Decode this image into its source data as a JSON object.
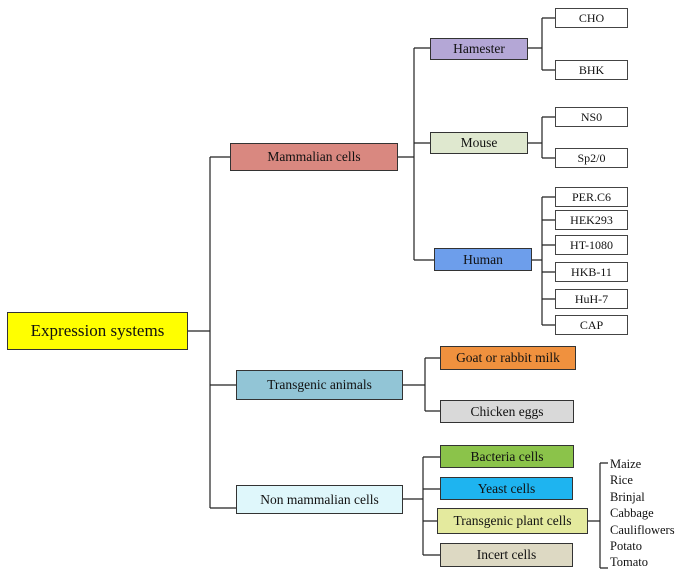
{
  "root": {
    "label": "Expression systems",
    "color": "#ffff00"
  },
  "categories": [
    {
      "label": "Mammalian cells",
      "color": "#d98880"
    },
    {
      "label": "Transgenic animals",
      "color": "#92c5d6"
    },
    {
      "label": "Non mammalian cells",
      "color": "#dff7fb"
    }
  ],
  "mammalian": {
    "hamster": {
      "label": "Hamester",
      "color": "#b4a7d6",
      "children": [
        "CHO",
        "BHK"
      ]
    },
    "mouse": {
      "label": "Mouse",
      "color": "#dfe8cf",
      "children": [
        "NS0",
        "Sp2/0"
      ]
    },
    "human": {
      "label": "Human",
      "color": "#6d9eeb",
      "children": [
        "PER.C6",
        "HEK293",
        "HT-1080",
        "HKB-11",
        "HuH-7",
        "CAP"
      ]
    }
  },
  "transgenic": [
    {
      "label": "Goat or rabbit milk",
      "color": "#f0913e"
    },
    {
      "label": "Chicken eggs",
      "color": "#d9d9d9"
    }
  ],
  "non_mammalian": [
    {
      "label": "Bacteria cells",
      "color": "#8bc34a"
    },
    {
      "label": "Yeast cells",
      "color": "#1eb4f0"
    },
    {
      "label": "Transgenic plant cells",
      "color": "#e4ea9e"
    },
    {
      "label": "Incert cells",
      "color": "#ddd9c3"
    }
  ],
  "plants": [
    "Maize",
    "Rice",
    "Brinjal",
    "Cabbage",
    "Cauliflowers",
    "Potato",
    "Tomato"
  ]
}
